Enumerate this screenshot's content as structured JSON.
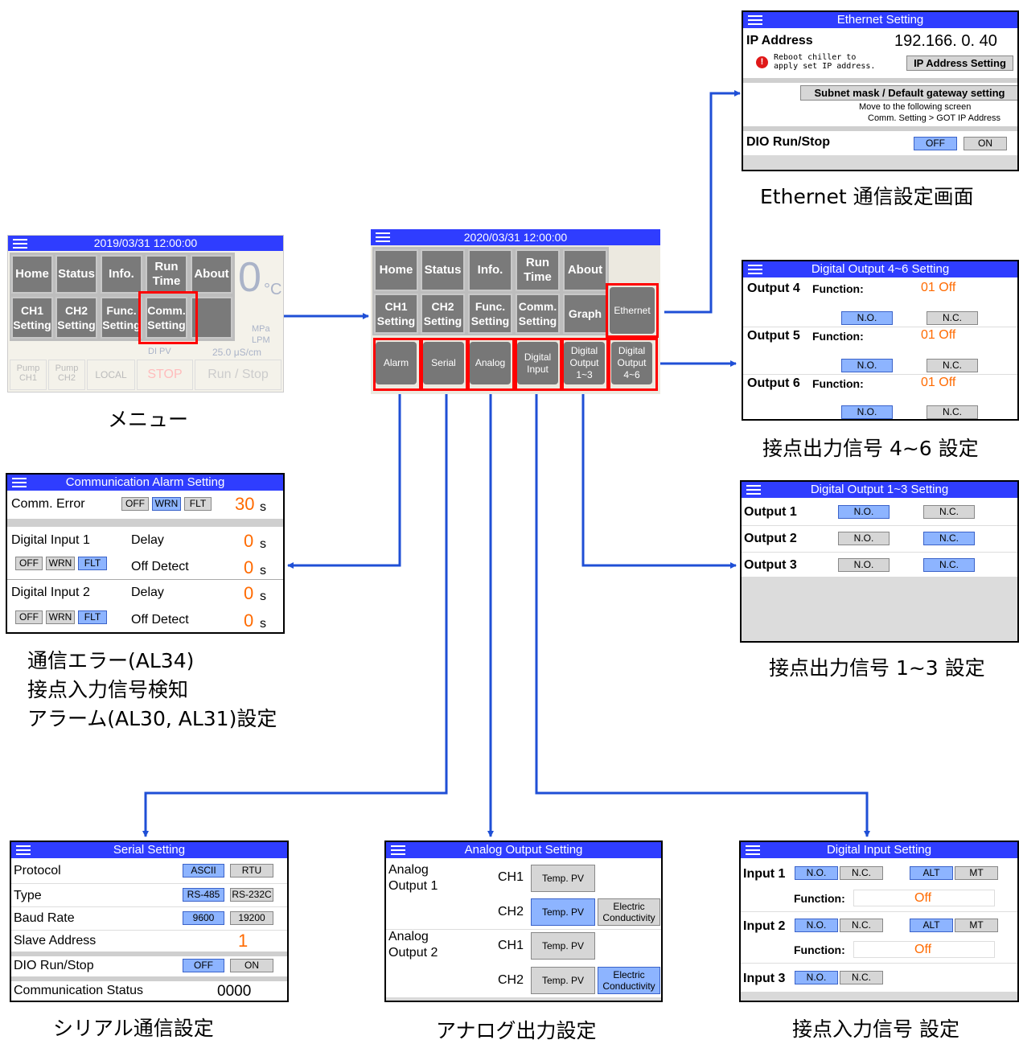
{
  "menu_small": {
    "datetime": "2019/03/31   12:00:00",
    "row1": [
      "Home",
      "Status",
      "Info.",
      "Run\nTime",
      "About"
    ],
    "row2": [
      "CH1\nSetting",
      "CH2\nSetting",
      "Func.\nSetting",
      "Comm.\nSetting"
    ],
    "temp": "0",
    "temp_unit": "°C",
    "ghost_mpa": "MPa",
    "ghost_lpm": "LPM",
    "ghost_di_pv": "DI PV",
    "ghost_di_val": "25.0  μS/cm",
    "bottom": [
      "Pump\nCH1",
      "Pump\nCH2",
      "LOCAL",
      "STOP",
      "Run / Stop"
    ],
    "caption": "メニュー"
  },
  "menu_main": {
    "datetime": "2020/03/31   12:00:00",
    "row1": [
      "Home",
      "Status",
      "Info.",
      "Run\nTime",
      "About"
    ],
    "row2": [
      "CH1\nSetting",
      "CH2\nSetting",
      "Func.\nSetting",
      "Comm.\nSetting",
      "Graph"
    ],
    "ethernet": "Ethernet",
    "sub": [
      "Alarm",
      "Serial",
      "Analog",
      "Digital\nInput",
      "Digital\nOutput\n1~3",
      "Digital\nOutput\n4~6"
    ]
  },
  "ethernet": {
    "title": "Ethernet Setting",
    "ip_label": "IP Address",
    "ip_value": "192.166.  0. 40",
    "reboot_note": "Reboot chiller to\napply set IP address.",
    "ip_button": "IP Address Setting",
    "subnet_button": "Subnet mask / Default gateway setting",
    "move_note1": "Move to the following screen",
    "move_note2": "Comm. Setting > GOT IP Address",
    "dio_label": "DIO Run/Stop",
    "off": "OFF",
    "on": "ON",
    "caption": "Ethernet 通信設定画面"
  },
  "dout46": {
    "title": "Digital Output 4~6 Setting",
    "outputs": [
      {
        "label": "Output 4",
        "function_label": "Function:",
        "function_value": "01 Off"
      },
      {
        "label": "Output 5",
        "function_label": "Function:",
        "function_value": "01 Off"
      },
      {
        "label": "Output 6",
        "function_label": "Function:",
        "function_value": "01 Off"
      }
    ],
    "no": "N.O.",
    "nc": "N.C.",
    "caption": "接点出力信号 4~6 設定"
  },
  "dout13": {
    "title": "Digital Output 1~3 Setting",
    "outputs": [
      "Output 1",
      "Output 2",
      "Output 3"
    ],
    "no": "N.O.",
    "nc": "N.C.",
    "caption": "接点出力信号 1~3 設定"
  },
  "alarm": {
    "title": "Communication Alarm Setting",
    "comm_error": "Comm. Error",
    "comm_value": "30",
    "unit": "s",
    "di1": "Digital Input 1",
    "di2": "Digital Input 2",
    "delay": "Delay",
    "off_detect": "Off Detect",
    "zero": "0",
    "off": "OFF",
    "wrn": "WRN",
    "flt": "FLT",
    "caption1": "通信エラー(AL34)",
    "caption2": "接点入力信号検知",
    "caption3": "アラーム(AL30, AL31)設定"
  },
  "serial": {
    "title": "Serial Setting",
    "protocol": "Protocol",
    "ascii": "ASCII",
    "rtu": "RTU",
    "type": "Type",
    "rs485": "RS-485",
    "rs232": "RS-232C",
    "baud": "Baud Rate",
    "b9600": "9600",
    "b19200": "19200",
    "slave": "Slave Address",
    "slave_val": "1",
    "dio": "DIO Run/Stop",
    "off": "OFF",
    "on": "ON",
    "comm_status": "Communication Status",
    "comm_status_val": "0000",
    "caption": "シリアル通信設定"
  },
  "analog": {
    "title": "Analog Output Setting",
    "out1": "Analog\nOutput 1",
    "out2": "Analog\nOutput 2",
    "ch1": "CH1",
    "ch2": "CH2",
    "temp_pv": "Temp. PV",
    "ec": "Electric\nConductivity",
    "caption": "アナログ出力設定"
  },
  "dinput": {
    "title": "Digital Input Setting",
    "input1": "Input 1",
    "input2": "Input 2",
    "input3": "Input 3",
    "no": "N.O.",
    "nc": "N.C.",
    "alt": "ALT",
    "mt": "MT",
    "function": "Function:",
    "off_val": "Off",
    "caption": "接点入力信号  設定"
  },
  "colors": {
    "blue_bar": "#2f3dff",
    "arrow": "#1f4fd6",
    "highlight": "#ff0000",
    "value_orange": "#ff6a00",
    "selected": "#8db4ff"
  }
}
